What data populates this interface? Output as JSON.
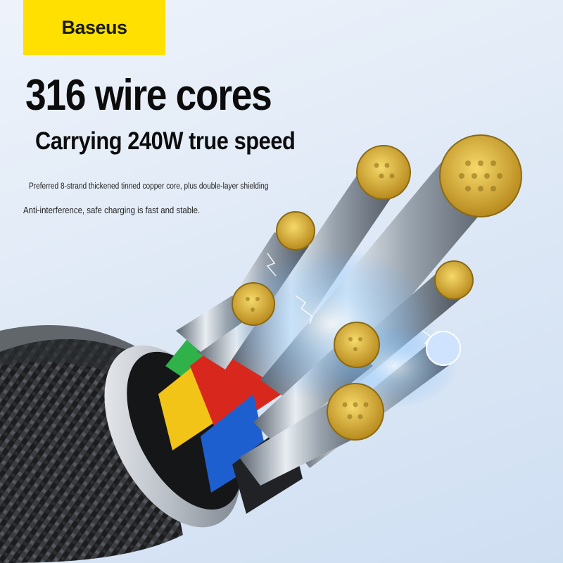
{
  "brand": {
    "name": "Baseus",
    "bg_color": "#ffe000"
  },
  "headline": "316 wire cores",
  "subheadline": "Carrying 240W true speed",
  "description": {
    "line1": "Preferred 8-strand thickened tinned copper core, plus double-layer shielding",
    "line2": "Anti-interference, safe charging is fast and stable."
  },
  "colors": {
    "background": "#dfe9f6",
    "copper": "#e6c24a",
    "sheath_green": "#2fb24a",
    "sheath_yellow": "#f2c418",
    "sheath_red": "#d8281e",
    "sheath_blue": "#1e5fd0",
    "braid": "#1a1a1a"
  }
}
